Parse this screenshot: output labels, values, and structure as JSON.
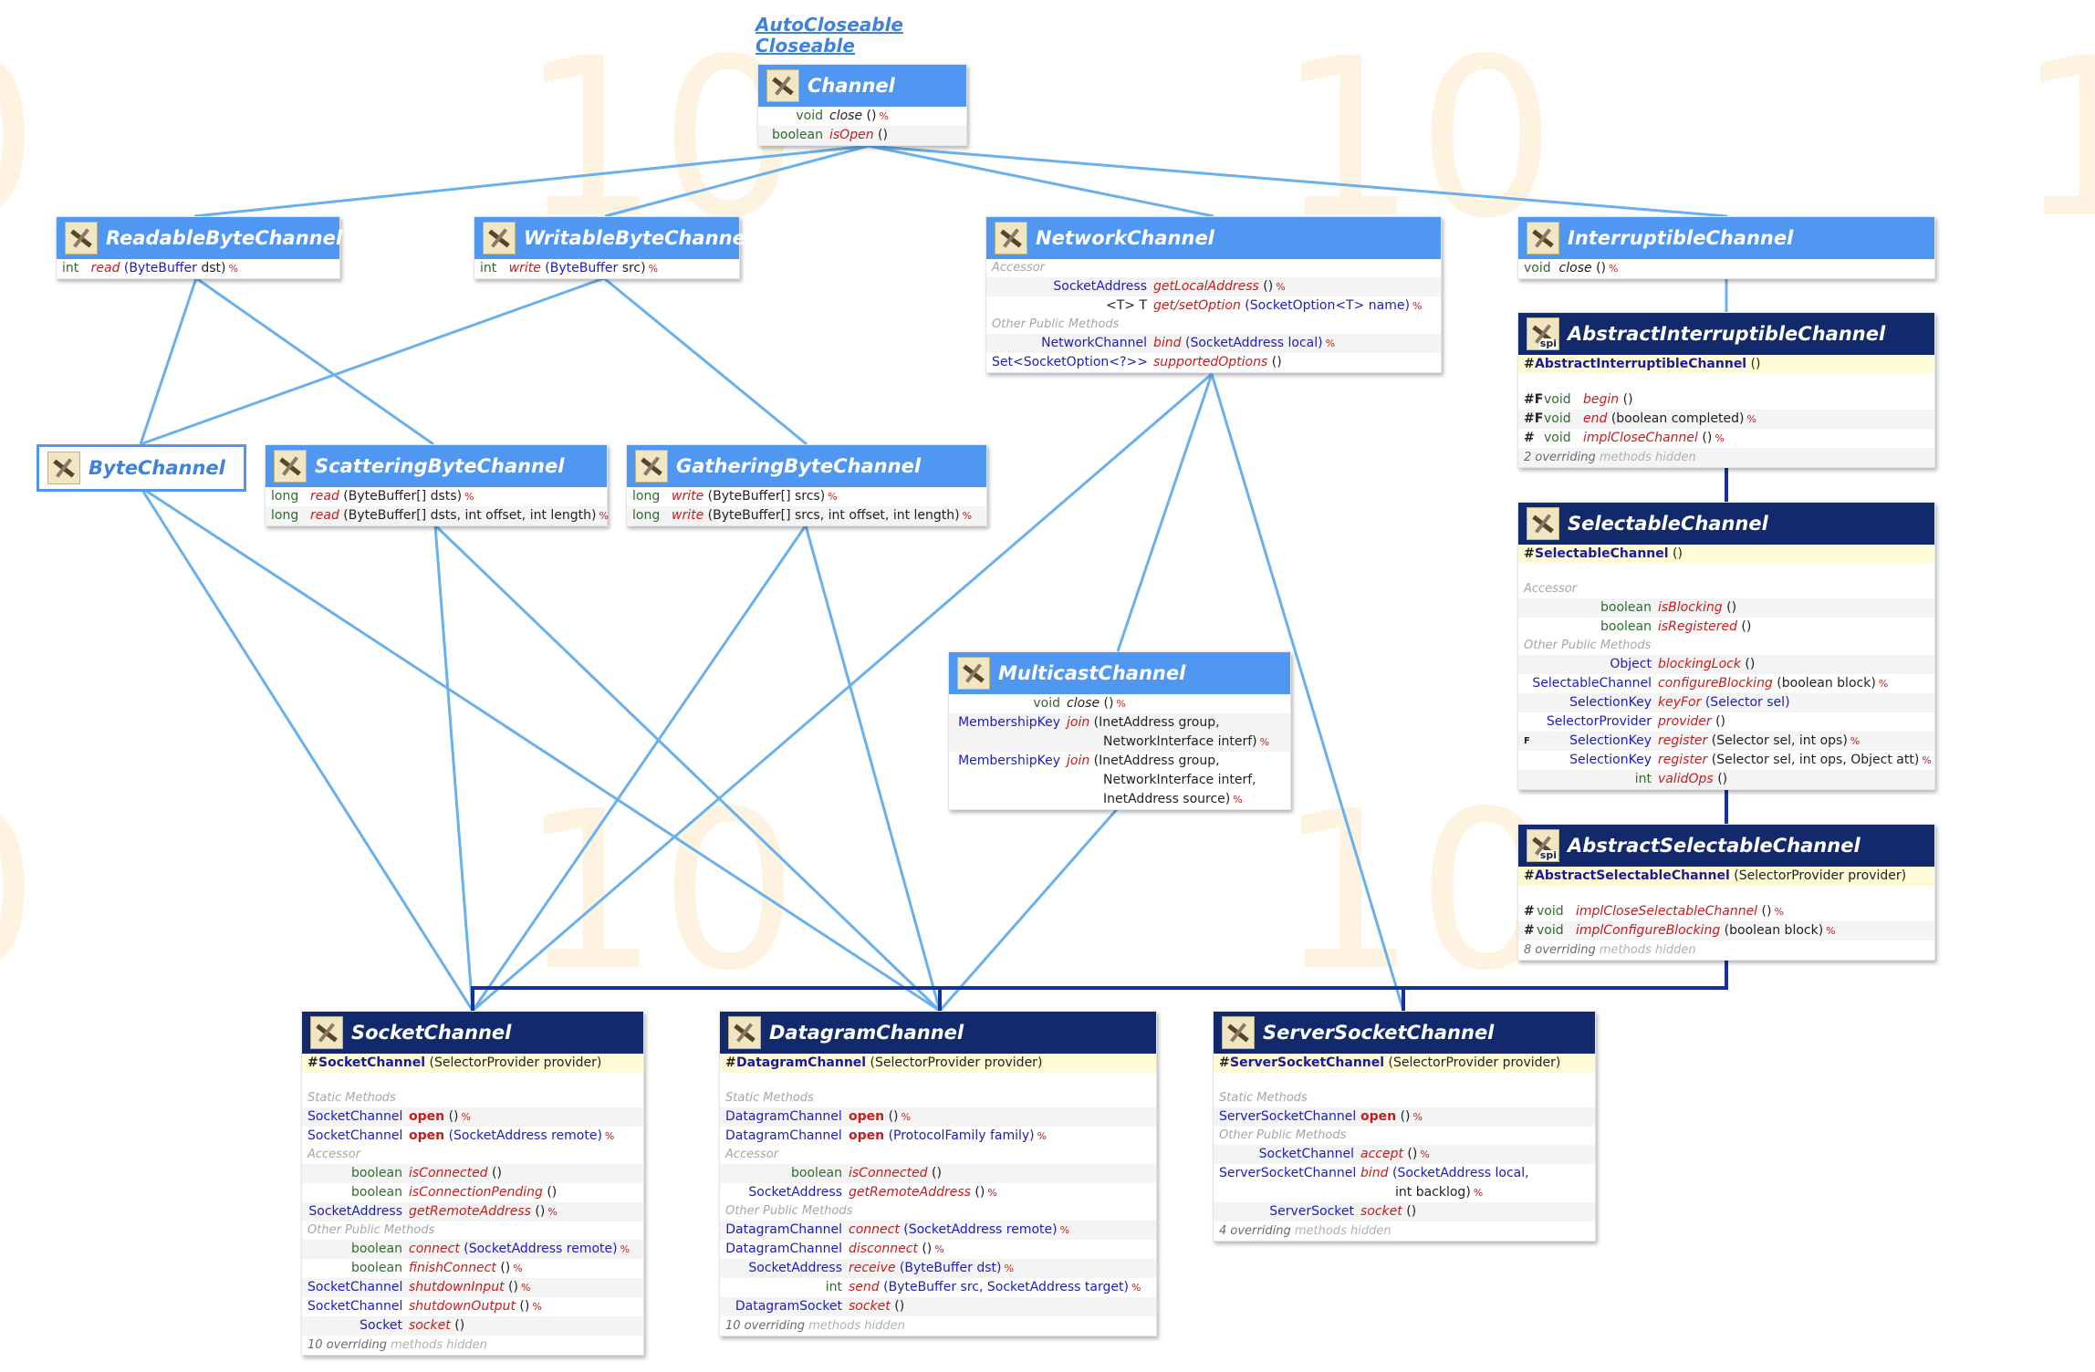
{
  "watermark": [
    "10",
    "10",
    "10",
    "1",
    "0",
    "10",
    "10",
    "0"
  ],
  "supertypes": [
    "AutoCloseable",
    "Closeable"
  ],
  "channel": {
    "title": "Channel",
    "m1_type": "void",
    "m1_name": "close",
    "m1_args": "()",
    "m2_type": "boolean",
    "m2_name": "isOpen",
    "m2_args": "()"
  },
  "readable": {
    "title": "ReadableByteChannel",
    "type": "int",
    "name": "read",
    "arg_type": "(ByteBuffer",
    "arg_rest": "dst)"
  },
  "writable": {
    "title": "WritableByteChannel",
    "type": "int",
    "name": "write",
    "arg_type": "(ByteBuffer",
    "arg_rest": "src)"
  },
  "network": {
    "title": "NetworkChannel",
    "sec1": "Accessor",
    "sec2": "Other Public Methods",
    "r1_type": "SocketAddress",
    "r1_name": "getLocalAddress",
    "r1_args": "()",
    "r2_type": "<T> T",
    "r2_name": "get/setOption",
    "r2_args": "(SocketOption<T> name)",
    "r3_type": "NetworkChannel",
    "r3_name": "bind",
    "r3_args": "(SocketAddress local)",
    "r4_type": "Set<SocketOption<?>>",
    "r4_name": "supportedOptions",
    "r4_args": "()"
  },
  "interruptible": {
    "title": "InterruptibleChannel",
    "type": "void",
    "name": "close",
    "args": "()"
  },
  "abstract_interruptible": {
    "title": "AbstractInterruptibleChannel",
    "spi": "spi",
    "ctor": "AbstractInterruptibleChannel",
    "ctor_args": "()",
    "r1_hash": "#F",
    "r1_type": "void",
    "r1_name": "begin",
    "r1_args": "()",
    "r2_hash": "#F",
    "r2_type": "void",
    "r2_name": "end",
    "r2_args": "(boolean completed)",
    "r3_hash": "#",
    "r3_type": "void",
    "r3_name": "implCloseChannel",
    "r3_args": "()",
    "foot_count": "2 overriding",
    "foot_text": "methods hidden"
  },
  "bytechannel": {
    "title": "ByteChannel"
  },
  "scattering": {
    "title": "ScatteringByteChannel",
    "type": "long",
    "name": "read",
    "a1": "(ByteBuffer[] dsts)",
    "a2": "(ByteBuffer[] dsts, int offset, int length)"
  },
  "gathering": {
    "title": "GatheringByteChannel",
    "type": "long",
    "name": "write",
    "a1": "(ByteBuffer[] srcs)",
    "a2": "(ByteBuffer[] srcs, int offset, int length)"
  },
  "selectable": {
    "title": "SelectableChannel",
    "ctor": "SelectableChannel",
    "ctor_args": "()",
    "sec1": "Accessor",
    "sec2": "Other Public Methods",
    "r1_type": "boolean",
    "r1_name": "isBlocking",
    "r1_args": "()",
    "r2_type": "boolean",
    "r2_name": "isRegistered",
    "r2_args": "()",
    "r3_type": "Object",
    "r3_name": "blockingLock",
    "r3_args": "()",
    "r4_type": "SelectableChannel",
    "r4_name": "configureBlocking",
    "r4_args": "(boolean block)",
    "r5_type": "SelectionKey",
    "r5_name": "keyFor",
    "r5_args": "(Selector sel)",
    "r6_type": "SelectorProvider",
    "r6_name": "provider",
    "r6_args": "()",
    "r7_flag": "F",
    "r7_type": "SelectionKey",
    "r7_name": "register",
    "r7_args": "(Selector sel, int ops)",
    "r8_type": "SelectionKey",
    "r8_name": "register",
    "r8_args": "(Selector sel, int ops, Object att)",
    "r9_type": "int",
    "r9_name": "validOps",
    "r9_args": "()"
  },
  "multicast": {
    "title": "MulticastChannel",
    "r1_type": "void",
    "r1_name": "close",
    "r1_args": "()",
    "r2_type": "MembershipKey",
    "r2_name": "join",
    "r2_args": "(InetAddress group,",
    "r2_cont": "NetworkInterface interf)",
    "r3_type": "MembershipKey",
    "r3_name": "join",
    "r3_args": "(InetAddress group,",
    "r3_cont1": "NetworkInterface interf,",
    "r3_cont2": "InetAddress source)"
  },
  "abstract_selectable": {
    "title": "AbstractSelectableChannel",
    "spi": "spi",
    "ctor": "AbstractSelectableChannel",
    "ctor_args": "(SelectorProvider provider)",
    "r1_hash": "#",
    "r1_type": "void",
    "r1_name": "implCloseSelectableChannel",
    "r1_args": "()",
    "r2_hash": "#",
    "r2_type": "void",
    "r2_name": "implConfigureBlocking",
    "r2_args": "(boolean block)",
    "foot_count": "8 overriding",
    "foot_text": "methods hidden"
  },
  "socket": {
    "title": "SocketChannel",
    "ctor": "SocketChannel",
    "ctor_args": "(SelectorProvider provider)",
    "sec1": "Static Methods",
    "sec2": "Accessor",
    "sec3": "Other Public Methods",
    "r1_type": "SocketChannel",
    "r1_name": "open",
    "r1_args": "()",
    "r2_type": "SocketChannel",
    "r2_name": "open",
    "r2_args": "(SocketAddress remote)",
    "r3_type": "boolean",
    "r3_name": "isConnected",
    "r3_args": "()",
    "r4_type": "boolean",
    "r4_name": "isConnectionPending",
    "r4_args": "()",
    "r5_type": "SocketAddress",
    "r5_name": "getRemoteAddress",
    "r5_args": "()",
    "r6_type": "boolean",
    "r6_name": "connect",
    "r6_args": "(SocketAddress remote)",
    "r7_type": "boolean",
    "r7_name": "finishConnect",
    "r7_args": "()",
    "r8_type": "SocketChannel",
    "r8_name": "shutdownInput",
    "r8_args": "()",
    "r9_type": "SocketChannel",
    "r9_name": "shutdownOutput",
    "r9_args": "()",
    "r10_type": "Socket",
    "r10_name": "socket",
    "r10_args": "()",
    "foot_count": "10 overriding",
    "foot_text": "methods hidden"
  },
  "datagram": {
    "title": "DatagramChannel",
    "ctor": "DatagramChannel",
    "ctor_args": "(SelectorProvider provider)",
    "sec1": "Static Methods",
    "sec2": "Accessor",
    "sec3": "Other Public Methods",
    "r1_type": "DatagramChannel",
    "r1_name": "open",
    "r1_args": "()",
    "r2_type": "DatagramChannel",
    "r2_name": "open",
    "r2_args": "(ProtocolFamily family)",
    "r3_type": "boolean",
    "r3_name": "isConnected",
    "r3_args": "()",
    "r4_type": "SocketAddress",
    "r4_name": "getRemoteAddress",
    "r4_args": "()",
    "r5_type": "DatagramChannel",
    "r5_name": "connect",
    "r5_args": "(SocketAddress remote)",
    "r6_type": "DatagramChannel",
    "r6_name": "disconnect",
    "r6_args": "()",
    "r7_type": "SocketAddress",
    "r7_name": "receive",
    "r7_args": "(ByteBuffer dst)",
    "r8_type": "int",
    "r8_name": "send",
    "r8_args": "(ByteBuffer src, SocketAddress target)",
    "r9_type": "DatagramSocket",
    "r9_name": "socket",
    "r9_args": "()",
    "foot_count": "10 overriding",
    "foot_text": "methods hidden"
  },
  "serversocket": {
    "title": "ServerSocketChannel",
    "ctor": "ServerSocketChannel",
    "ctor_args": "(SelectorProvider provider)",
    "sec1": "Static Methods",
    "sec2": "Other Public Methods",
    "r1_type": "ServerSocketChannel",
    "r1_name": "open",
    "r1_args": "()",
    "r2_type": "SocketChannel",
    "r2_name": "accept",
    "r2_args": "()",
    "r3_type": "ServerSocketChannel",
    "r3_name": "bind",
    "r3_args": "(SocketAddress local,",
    "r3_cont": "int backlog)",
    "r4_type": "ServerSocket",
    "r4_name": "socket",
    "r4_args": "()",
    "foot_count": "4 overriding",
    "foot_text": "methods hidden"
  },
  "colors": {
    "interface_header": "#5097f2",
    "class_header": "#122a6c",
    "edge": "#69b0ec",
    "class_edge": "#13339b",
    "constructor_row": "#fffbd5"
  }
}
